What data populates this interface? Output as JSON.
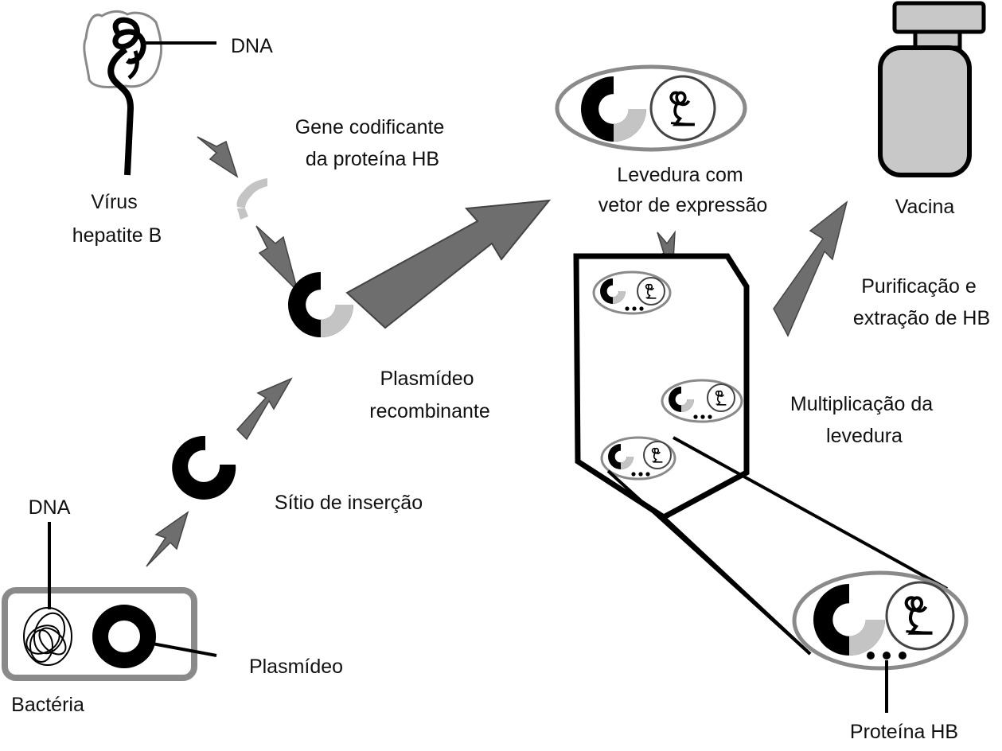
{
  "labels": {
    "virus_dna": "DNA",
    "gene": [
      "Gene codificante",
      "da proteína HB"
    ],
    "virus": [
      "Vírus",
      "hepatite B"
    ],
    "yeast_vector": [
      "Levedura com",
      "vetor de expressão"
    ],
    "vaccine": "Vacina",
    "purification": [
      "Purificação e",
      "extração de HB"
    ],
    "recombinant_plasmid": [
      "Plasmídeo",
      "recombinante"
    ],
    "yeast_multiplication": [
      "Multiplicação da",
      "levedura"
    ],
    "insertion_site": "Sítio de inserção",
    "bacteria_dna": "DNA",
    "plasmid": "Plasmídeo",
    "bacteria": "Bactéria",
    "protein_hb": "Proteína HB"
  },
  "colors": {
    "ink": "#000000",
    "arrow_gray": "#6e6e6e",
    "outline_gray": "#8a8a8a",
    "gene_gray": "#c4c4c4",
    "vial_gray": "#c8c8c8"
  }
}
